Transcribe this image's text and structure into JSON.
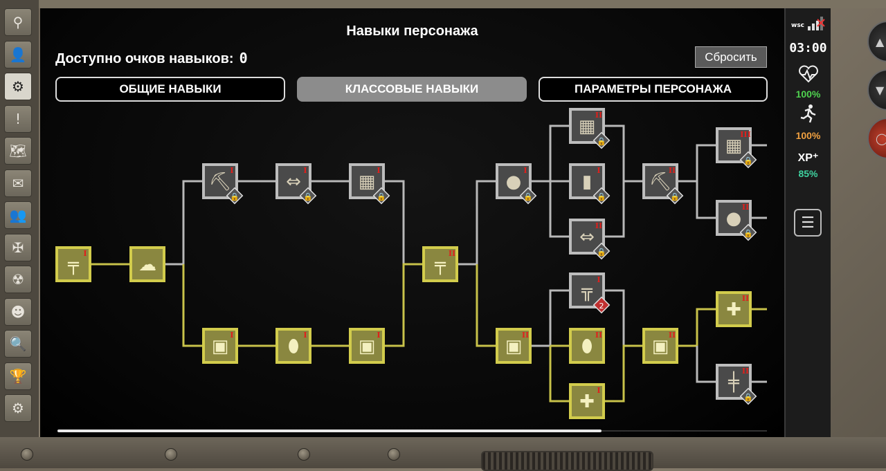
{
  "header": {
    "title": "Навыки персонажа",
    "points_label": "Доступно очков навыков:",
    "points_value": "0",
    "reset_label": "Сбросить"
  },
  "tabs": [
    {
      "label": "ОБЩИЕ НАВЫКИ",
      "active": false
    },
    {
      "label": "КЛАССОВЫЕ НАВЫКИ",
      "active": true
    },
    {
      "label": "ПАРАМЕТРЫ ПЕРСОНАЖА",
      "active": false
    }
  ],
  "sidebar": {
    "items": [
      {
        "icon": "soldier-search-icon",
        "glyph": "⚲",
        "active": false
      },
      {
        "icon": "character-icon",
        "glyph": "👤",
        "active": false
      },
      {
        "icon": "skills-head-gear-icon",
        "glyph": "⚙",
        "active": true
      },
      {
        "icon": "alert-icon",
        "glyph": "!",
        "active": false
      },
      {
        "icon": "map-icon",
        "glyph": "🗺",
        "active": false
      },
      {
        "icon": "mail-icon",
        "glyph": "✉",
        "active": false
      },
      {
        "icon": "group-icon",
        "glyph": "👥",
        "active": false
      },
      {
        "icon": "clan-emblem-icon",
        "glyph": "✠",
        "active": false
      },
      {
        "icon": "radiation-icon",
        "glyph": "☢",
        "active": false
      },
      {
        "icon": "mask-icon",
        "glyph": "☻",
        "active": false
      },
      {
        "icon": "document-search-icon",
        "glyph": "🔍",
        "active": false
      },
      {
        "icon": "trophy-icon",
        "glyph": "🏆",
        "active": false
      },
      {
        "icon": "settings-window-icon",
        "glyph": "⚙",
        "active": false
      }
    ]
  },
  "status": {
    "wsc_label": "wsc",
    "time": "03:00",
    "health_icon": "heart-pulse-icon",
    "health_value": "100%",
    "stamina_icon": "running-man-icon",
    "stamina_value": "100%",
    "xp_label": "XP⁺",
    "xp_value": "85%",
    "health_color": "#4fd34f",
    "stamina_color": "#f0a040",
    "xp_color": "#3fd3a0",
    "menu_icon": "menu-list-icon"
  },
  "skill_tree": {
    "active_color": "#c8c24a",
    "locked_color": "#b8b8b8",
    "nodes": [
      {
        "id": "n1",
        "icon": "shotgun-icon",
        "rank": "I",
        "state": "active"
      },
      {
        "id": "n2",
        "icon": "storm-cloud-icon",
        "rank": "",
        "state": "active"
      },
      {
        "id": "n3",
        "icon": "wheelbarrow-icon",
        "rank": "I",
        "state": "locked"
      },
      {
        "id": "n4",
        "icon": "backpack-arrows-icon",
        "rank": "I",
        "state": "locked"
      },
      {
        "id": "n5",
        "icon": "ammo-pile-icon",
        "rank": "I",
        "state": "locked"
      },
      {
        "id": "n6",
        "icon": "armor-vest-icon",
        "rank": "I",
        "state": "active"
      },
      {
        "id": "n7",
        "icon": "canister-icon",
        "rank": "I",
        "state": "active"
      },
      {
        "id": "n8",
        "icon": "armor-vest-icon",
        "rank": "I",
        "state": "active"
      },
      {
        "id": "n9",
        "icon": "shotgun-icon",
        "rank": "II",
        "state": "active"
      },
      {
        "id": "n10",
        "icon": "kettlebell-icon",
        "rank": "I",
        "state": "locked"
      },
      {
        "id": "n11",
        "icon": "ammo-pile-icon",
        "rank": "II",
        "state": "locked"
      },
      {
        "id": "n12",
        "icon": "boot-icon",
        "rank": "I",
        "state": "locked"
      },
      {
        "id": "n13",
        "icon": "backpack-arrows-icon",
        "rank": "II",
        "state": "locked"
      },
      {
        "id": "n14",
        "icon": "wheelbarrow-icon",
        "rank": "II",
        "state": "locked"
      },
      {
        "id": "n15",
        "icon": "ammo-pile-icon",
        "rank": "III",
        "state": "locked"
      },
      {
        "id": "n16",
        "icon": "kettlebell-icon",
        "rank": "II",
        "state": "locked"
      },
      {
        "id": "n17",
        "icon": "armor-vest-icon",
        "rank": "II",
        "state": "active"
      },
      {
        "id": "n18",
        "icon": "rifle-ammo-icon",
        "rank": "I",
        "state": "locked",
        "badge": "2"
      },
      {
        "id": "n19",
        "icon": "canister-icon",
        "rank": "II",
        "state": "active"
      },
      {
        "id": "n20",
        "icon": "medkit-icon",
        "rank": "I",
        "state": "active"
      },
      {
        "id": "n21",
        "icon": "armor-vest-icon",
        "rank": "II",
        "state": "active"
      },
      {
        "id": "n22",
        "icon": "medkit-icon",
        "rank": "II",
        "state": "active"
      },
      {
        "id": "n23",
        "icon": "grenade-launcher-icon",
        "rank": "II",
        "state": "locked"
      }
    ]
  }
}
